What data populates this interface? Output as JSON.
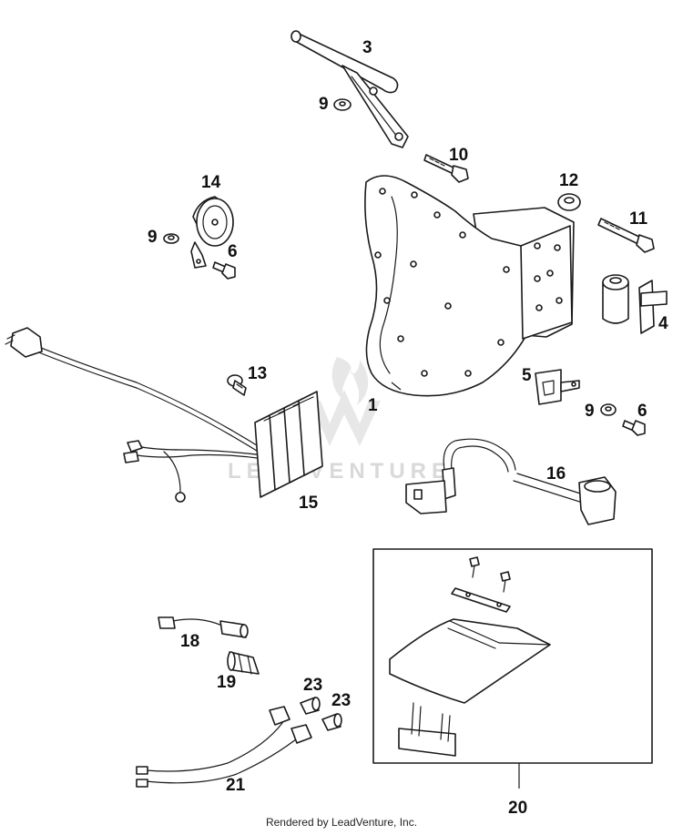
{
  "callouts": {
    "c1": "1",
    "c3": "3",
    "c4": "4",
    "c5": "5",
    "c6a": "6",
    "c6b": "6",
    "c9a": "9",
    "c9b": "9",
    "c9c": "9",
    "c10": "10",
    "c11": "11",
    "c12": "12",
    "c13": "13",
    "c14": "14",
    "c15": "15",
    "c16": "16",
    "c18": "18",
    "c19": "19",
    "c20": "20",
    "c21": "21",
    "c23a": "23",
    "c23b": "23"
  },
  "watermark": "LEADVENTURE",
  "footer": "Rendered by LeadVenture, Inc."
}
